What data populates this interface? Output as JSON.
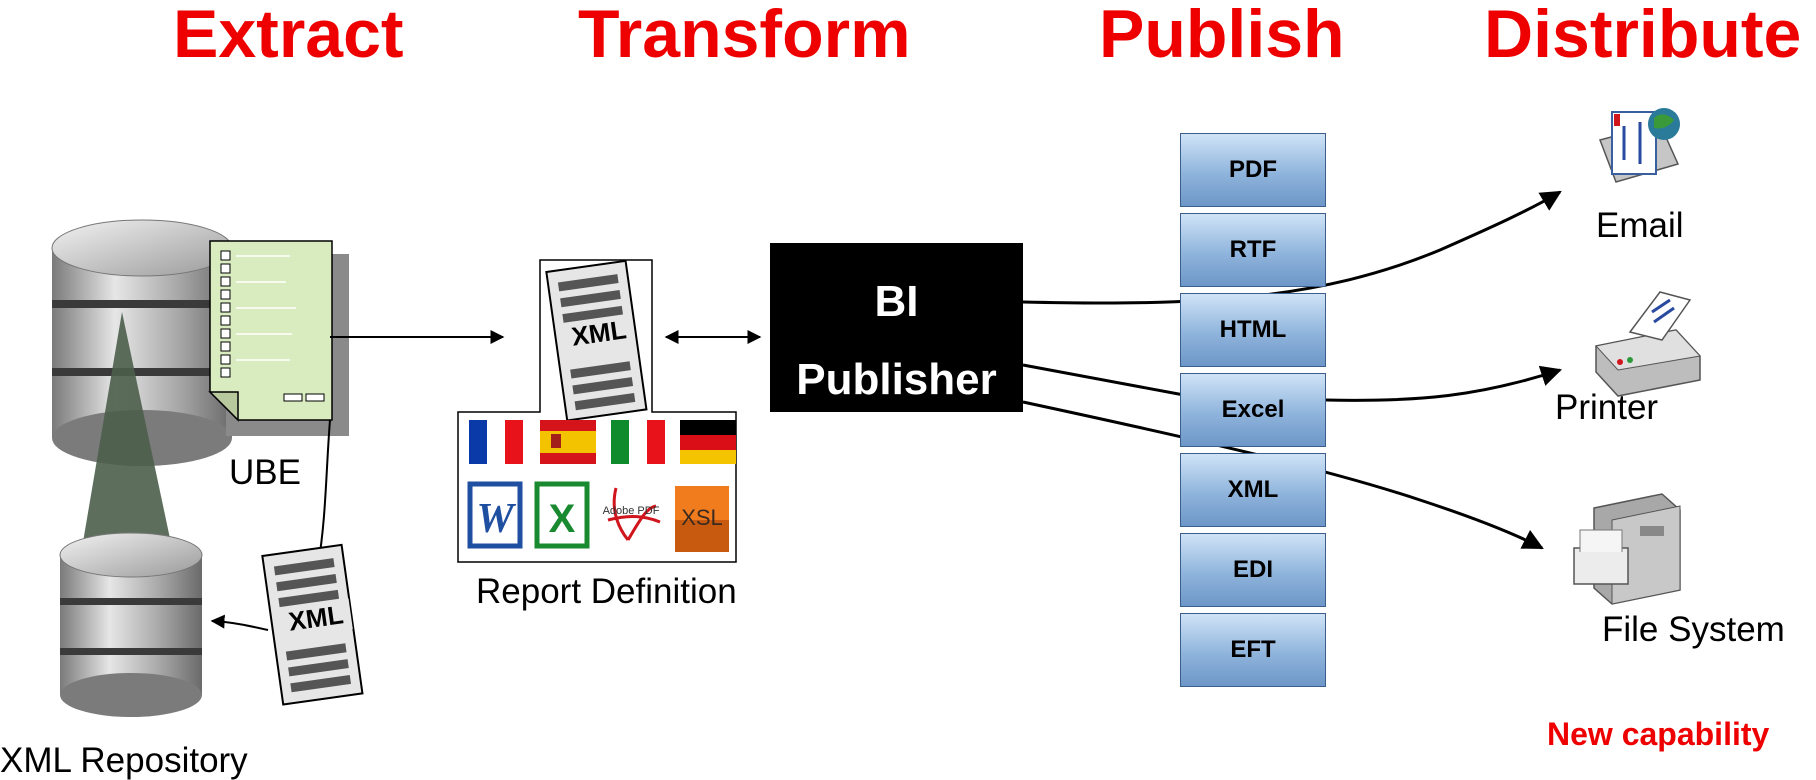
{
  "headings": [
    "Extract",
    "Transform",
    "Publish",
    "Distribute"
  ],
  "labels": {
    "ube": "UBE",
    "xml_repository": "XML Repository",
    "report_definition": "Report Definition",
    "email": "Email",
    "printer": "Printer",
    "file_system": "File System"
  },
  "bi_publisher": {
    "line1": "BI",
    "line2": "Publisher"
  },
  "formats": [
    "PDF",
    "RTF",
    "HTML",
    "Excel",
    "XML",
    "EDI",
    "EFT"
  ],
  "doc_icon_text": "XML",
  "template_labels": {
    "xsl": "XSL",
    "adobe": "Adobe PDF"
  },
  "new_capability": "New capability",
  "colors": {
    "heading": "#ee0000",
    "box": "#000000",
    "format_fill": "#8fb4dc",
    "ube_page": "#d9ecbf"
  }
}
